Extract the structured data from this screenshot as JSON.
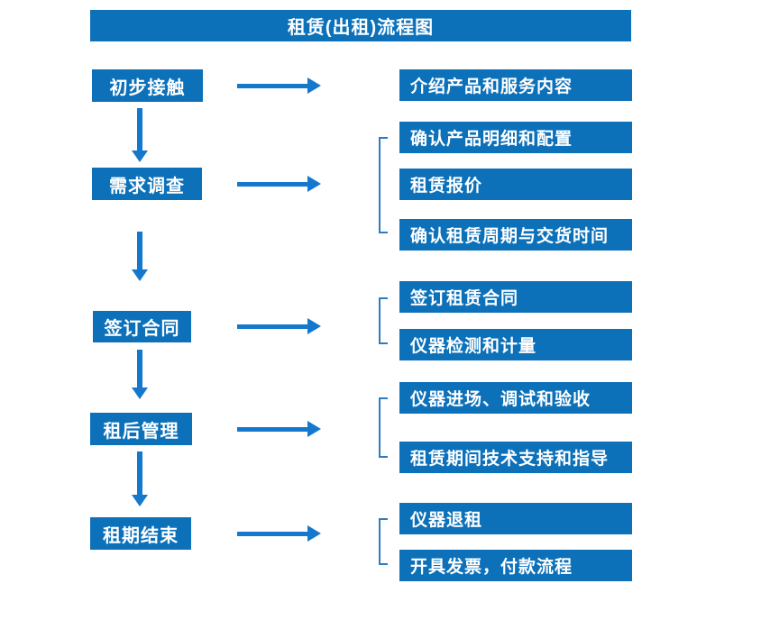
{
  "title": "租赁(出租)流程图",
  "colors": {
    "box_fill": "#0d71ba",
    "arrow": "#1478cc",
    "bracket": "#2f7bc3",
    "text": "#ffffff",
    "page_bg": "#ffffff"
  },
  "steps": [
    {
      "label": "初步接触",
      "outputs": [
        "介绍产品和服务内容"
      ]
    },
    {
      "label": "需求调查",
      "outputs": [
        "确认产品明细和配置",
        "租赁报价",
        "确认租赁周期与交货时间"
      ]
    },
    {
      "label": "签订合同",
      "outputs": [
        "签订租赁合同",
        "仪器检测和计量"
      ]
    },
    {
      "label": "租后管理",
      "outputs": [
        "仪器进场、调试和验收",
        "租赁期间技术支持和指导"
      ]
    },
    {
      "label": "租期结束",
      "outputs": [
        "仪器退租",
        "开具发票，付款流程"
      ]
    }
  ]
}
